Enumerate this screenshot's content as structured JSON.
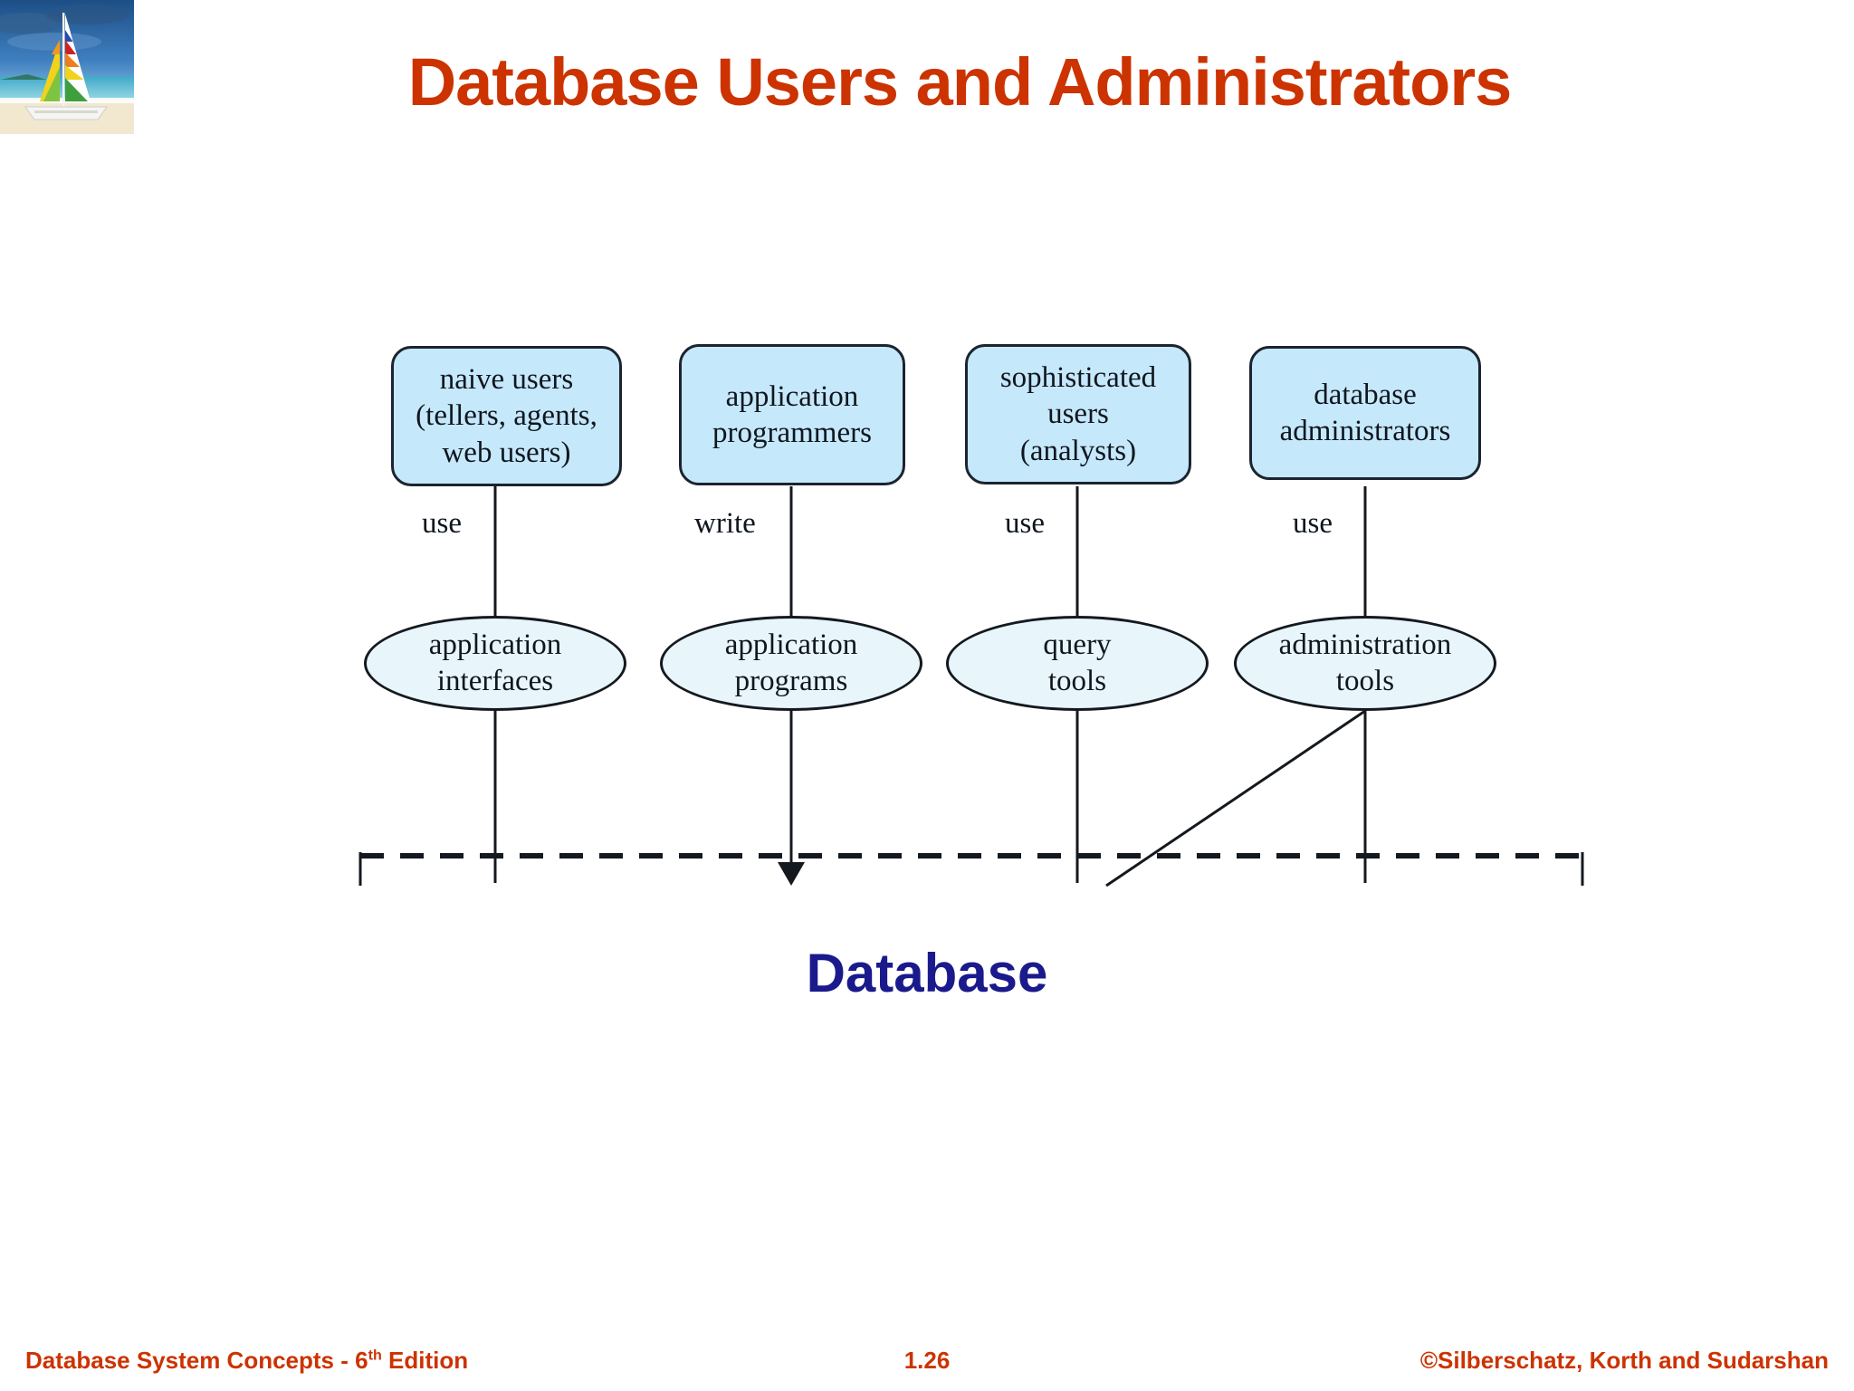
{
  "slide": {
    "title": "Database Users and Administrators",
    "title_color": "#cc3300",
    "logo_alt": "sailboat-beach-logo"
  },
  "diagram": {
    "actors": [
      {
        "id": "naive-users",
        "label": "naive users\n(tellers, agents,\nweb users)"
      },
      {
        "id": "application-programmers",
        "label": "application\nprogrammers"
      },
      {
        "id": "sophisticated-users",
        "label": "sophisticated\nusers\n(analysts)"
      },
      {
        "id": "database-administrators",
        "label": "database\nadministrators"
      }
    ],
    "edge_labels": [
      "use",
      "write",
      "use",
      "use"
    ],
    "tools": [
      {
        "id": "application-interfaces",
        "label": "application\ninterfaces"
      },
      {
        "id": "application-programs",
        "label": "application\nprograms"
      },
      {
        "id": "query-tools",
        "label": "query\ntools"
      },
      {
        "id": "administration-tools",
        "label": "administration\ntools"
      }
    ],
    "database_caption": "Database",
    "database_caption_color": "#1a1a8c",
    "box_fill": "#c6e8fb",
    "ellipse_fill": "#e8f5fb",
    "stroke": "#14191f"
  },
  "footer": {
    "left_prefix": "Database System Concepts - 6",
    "left_sup": "th",
    "left_suffix": " Edition",
    "page_number": "1.26",
    "copyright": "©Silberschatz, Korth and Sudarshan"
  }
}
